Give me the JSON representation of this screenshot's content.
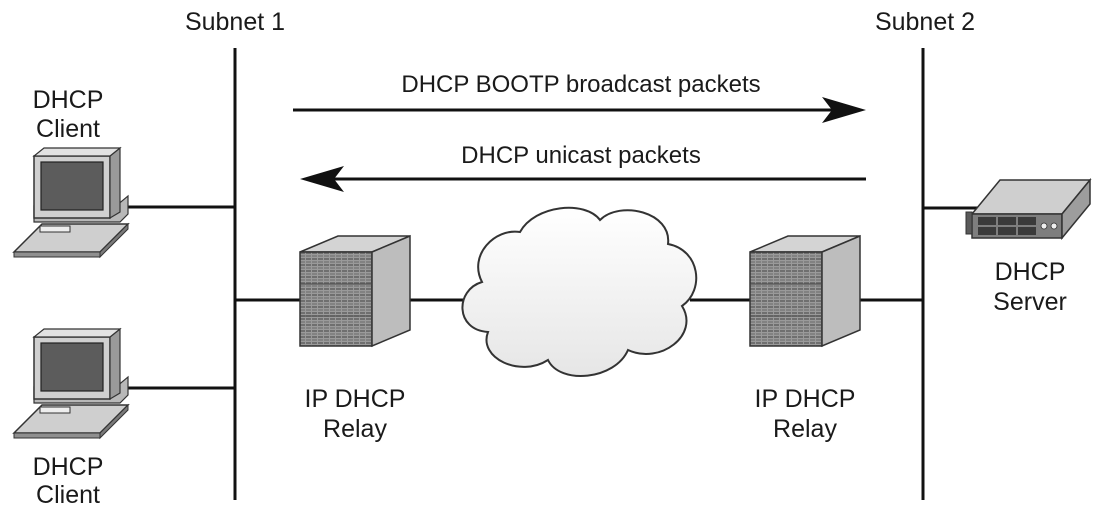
{
  "subnets": {
    "subnet1": "Subnet 1",
    "subnet2": "Subnet 2"
  },
  "arrows": {
    "broadcast": "DHCP BOOTP broadcast packets",
    "unicast": "DHCP unicast packets"
  },
  "clients": {
    "top": {
      "line1": "DHCP",
      "line2": "Client"
    },
    "bottom": {
      "line1": "DHCP",
      "line2": "Client"
    }
  },
  "relays": {
    "left": {
      "line1": "IP DHCP",
      "line2": "Relay"
    },
    "right": {
      "line1": "IP DHCP",
      "line2": "Relay"
    }
  },
  "server": {
    "line1": "DHCP",
    "line2": "Server"
  }
}
